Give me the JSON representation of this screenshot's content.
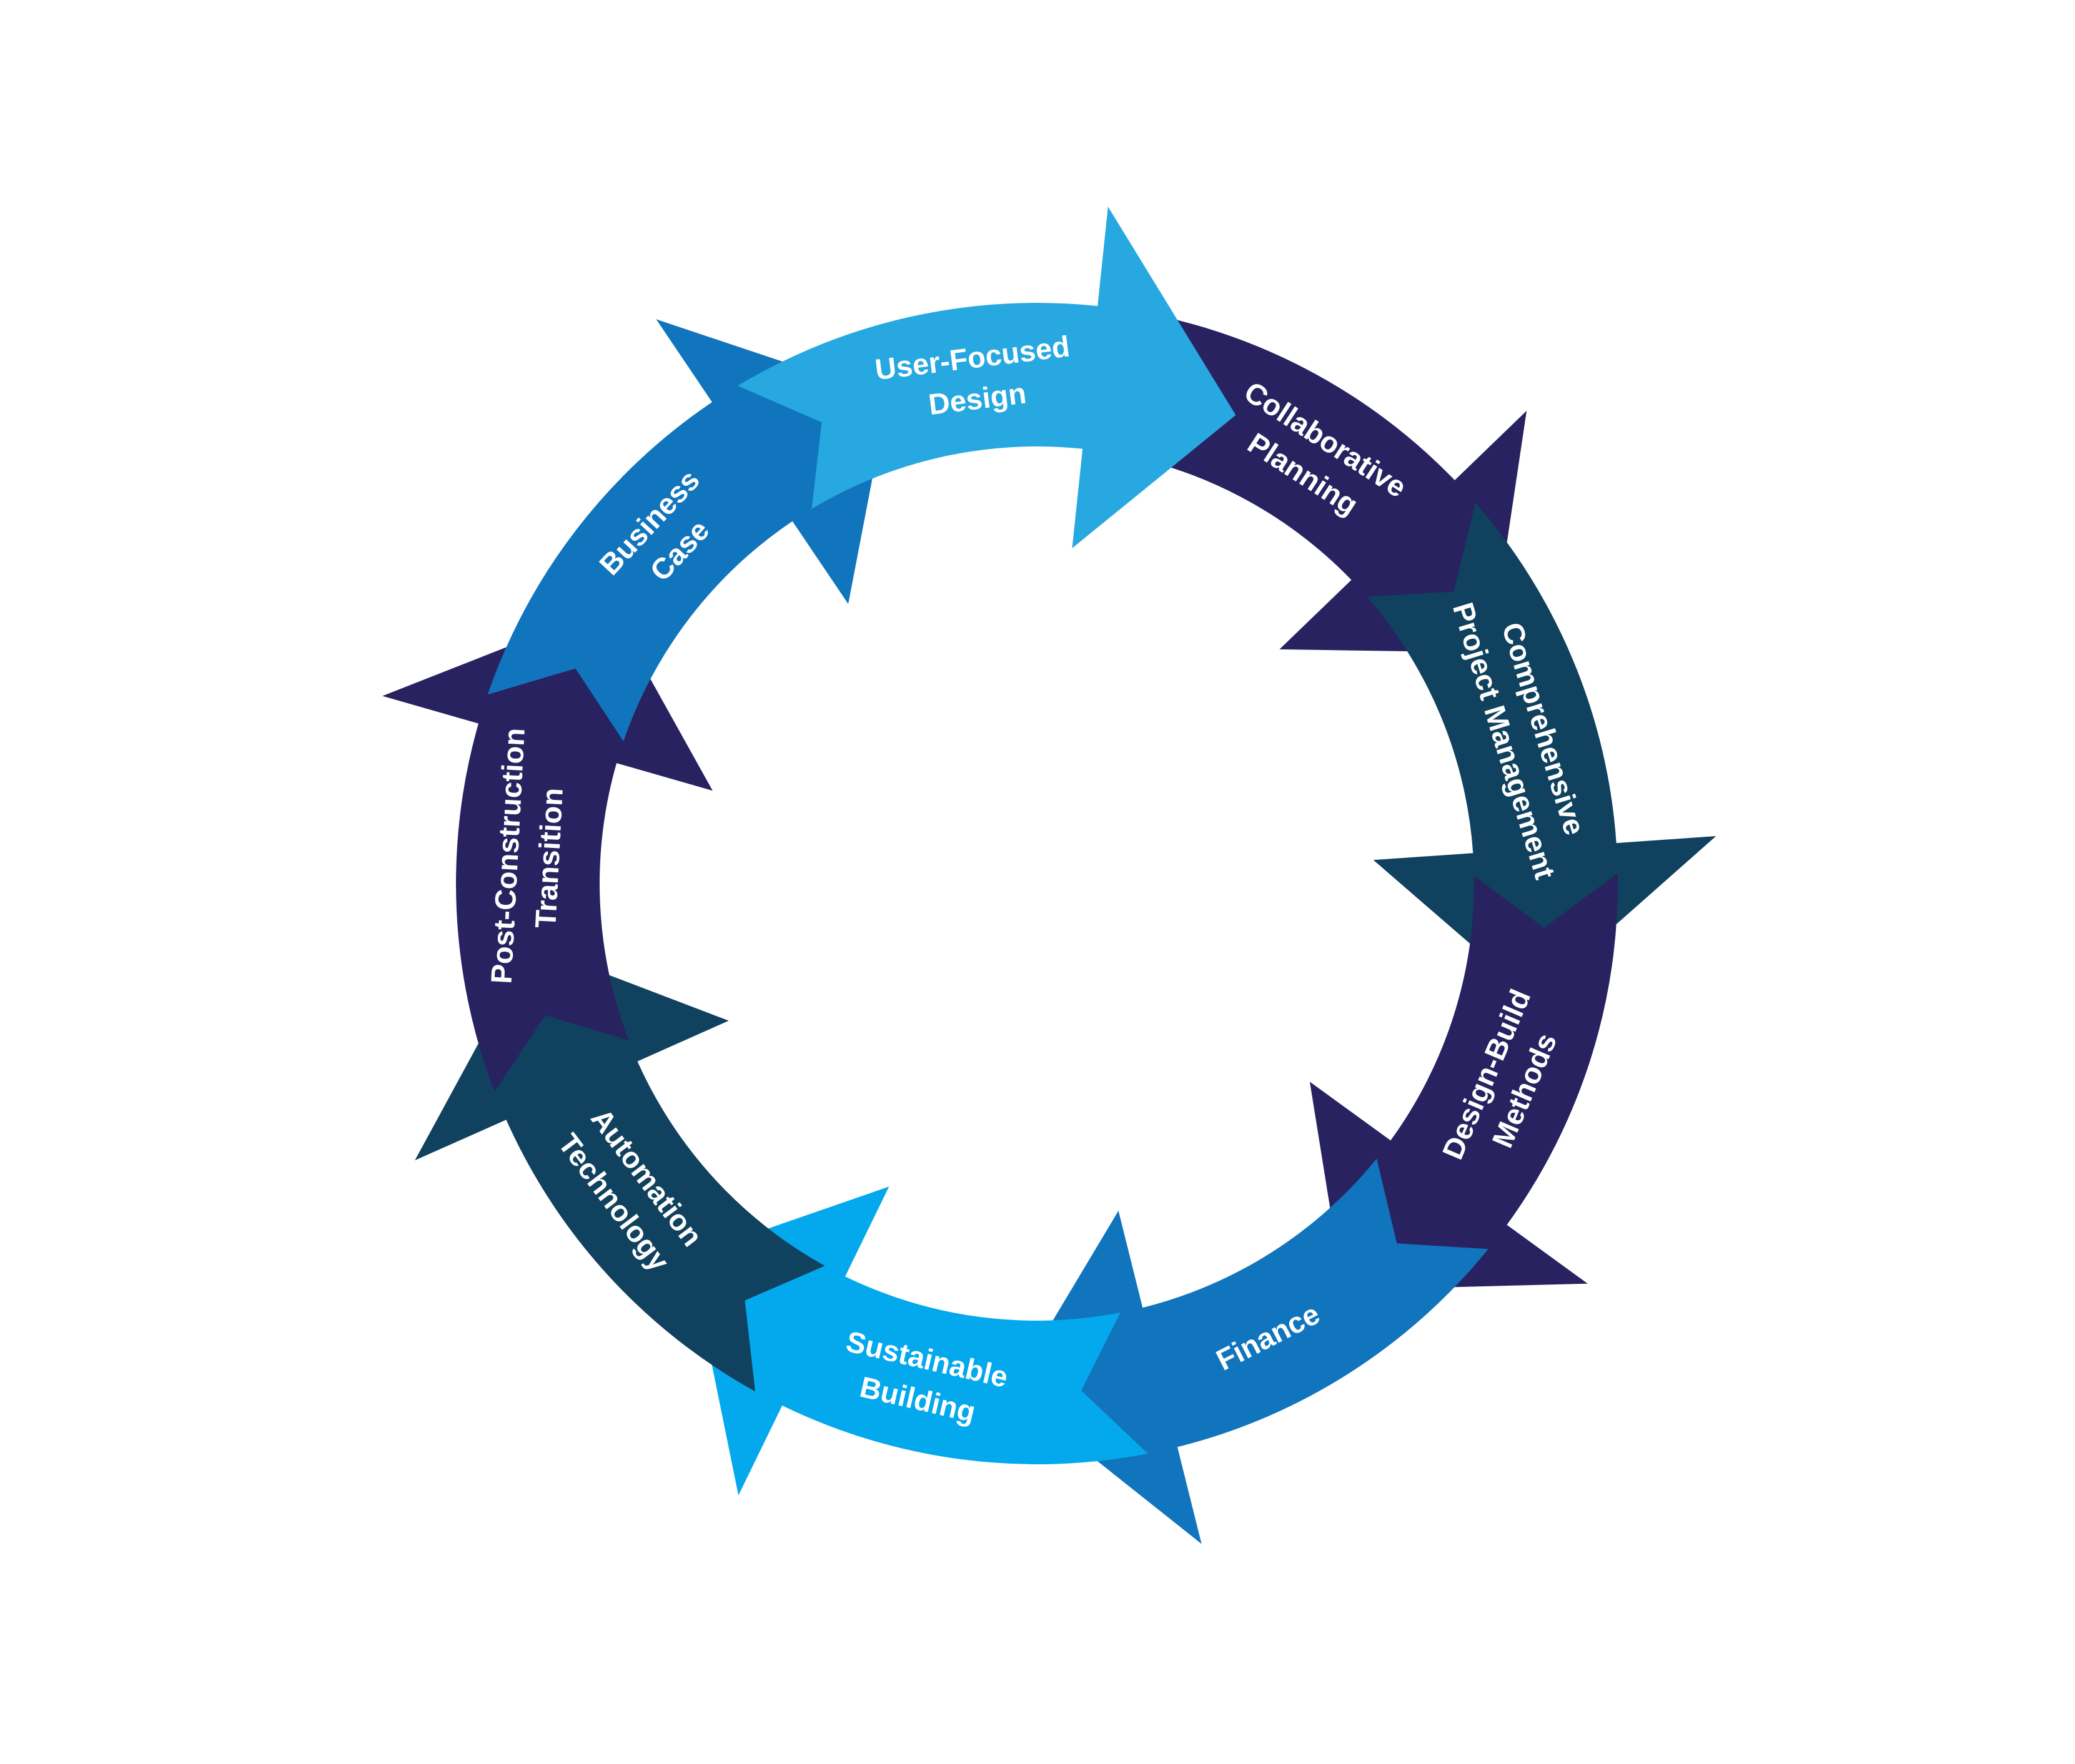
{
  "diagram": {
    "type": "circular-process-cycle",
    "direction": "clockwise",
    "steps": [
      {
        "id": "user-focused-design",
        "lines": [
          "User-Focused",
          "Design"
        ],
        "color": "#28A8E0"
      },
      {
        "id": "collaborative-planning",
        "lines": [
          "Collaborative",
          "Planning"
        ],
        "color": "#282260"
      },
      {
        "id": "comprehensive-project-management",
        "lines": [
          "Comprehensive",
          "Project Management"
        ],
        "color": "#10415E"
      },
      {
        "id": "design-build-methods",
        "lines": [
          "Design-Build",
          "Methods"
        ],
        "color": "#282260"
      },
      {
        "id": "finance",
        "lines": [
          "Finance"
        ],
        "color": "#1175BD"
      },
      {
        "id": "sustainable-building",
        "lines": [
          "Sustainable",
          "Building"
        ],
        "color": "#03A9EC"
      },
      {
        "id": "automation-technology",
        "lines": [
          "Automation",
          "Technology"
        ],
        "color": "#10415E"
      },
      {
        "id": "post-construction-transition",
        "lines": [
          "Post-Construction",
          "Transition"
        ],
        "color": "#282260"
      },
      {
        "id": "business-case",
        "lines": [
          "Business",
          "Case"
        ],
        "color": "#1175BD"
      }
    ]
  }
}
